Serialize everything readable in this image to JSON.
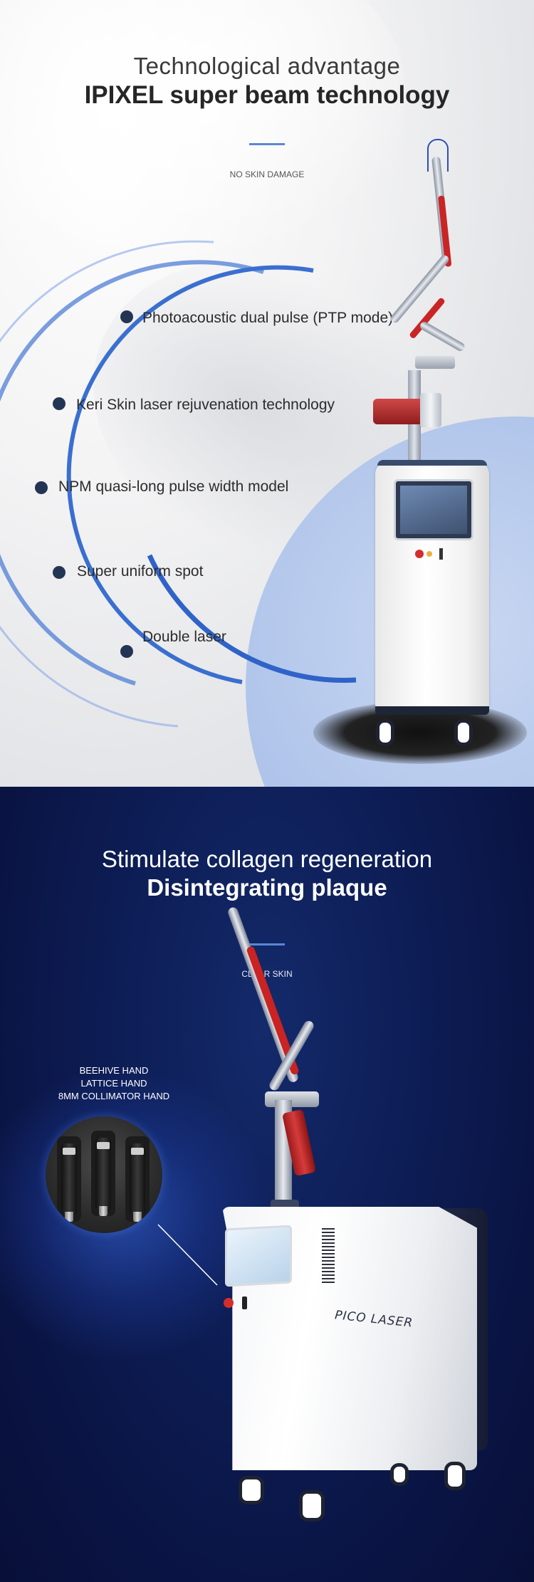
{
  "section1": {
    "title_line1": "Technological advantage",
    "title_line2": "IPIXEL super beam technology",
    "subtitle": "NO SKIN DAMAGE",
    "features": [
      "Photoacoustic dual pulse (PTP mode)",
      "Keri Skin laser rejuvenation technology",
      "NPM quasi-long pulse width model",
      "Super uniform spot",
      "Double laser"
    ],
    "accent_color": "#5b86d6",
    "dot_color": "#243554"
  },
  "section2": {
    "title_line1": "Stimulate collagen regeneration",
    "title_line2": "Disintegrating plaque",
    "subtitle": "CLEAR SKIN",
    "hand_labels": [
      "BEEHIVE HAND",
      "LATTICE HAND",
      "8MM COLLIMATOR HAND"
    ],
    "machine_logo": "PICO LASER",
    "background_color": "#0d1d55"
  }
}
